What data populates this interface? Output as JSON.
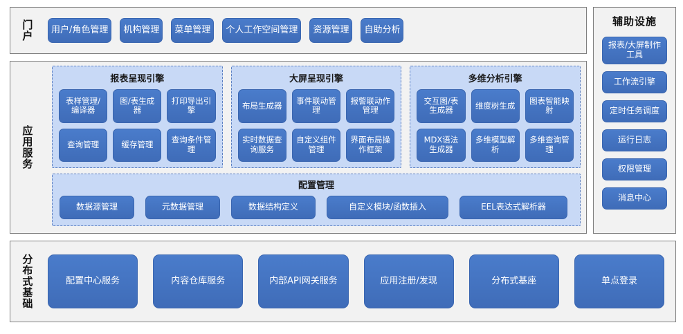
{
  "portal": {
    "label": "门户",
    "items": [
      "用户/角色管理",
      "机构管理",
      "菜单管理",
      "个人工作空间管理",
      "资源管理",
      "自助分析"
    ]
  },
  "aux": {
    "title": "辅助设施",
    "items": [
      "报表/大屏制作工具",
      "工作流引擎",
      "定时任务调度",
      "运行日志",
      "权限管理",
      "消息中心"
    ]
  },
  "app_services": {
    "label": "应用服务",
    "engines": [
      {
        "title": "报表呈现引擎",
        "items": [
          "表样管理/编译器",
          "图/表生成器",
          "打印导出引擎",
          "查询管理",
          "缓存管理",
          "查询条件管理"
        ]
      },
      {
        "title": "大屏呈现引擎",
        "items": [
          "布局生成器",
          "事件联动管理",
          "报警联动作管理",
          "实时数据查询服务",
          "自定义组件管理",
          "界面布局操作框架"
        ]
      },
      {
        "title": "多维分析引擎",
        "items": [
          "交互图/表生成器",
          "维度树生成",
          "图表智能映射",
          "MDX语法生成器",
          "多维模型解析",
          "多维查询管理"
        ]
      }
    ],
    "config": {
      "title": "配置管理",
      "items": [
        "数据源管理",
        "元数据管理",
        "数据结构定义",
        "自定义模块/函数插入",
        "EEL表达式解析器"
      ]
    }
  },
  "distributed": {
    "label": "分布式基础",
    "items": [
      "配置中心服务",
      "内容仓库服务",
      "内部API网关服务",
      "应用注册/发现",
      "分布式基座",
      "单点登录"
    ]
  },
  "colors": {
    "button_blue": "#4472c4",
    "panel_fill": "#c8d9f6",
    "outer_fill": "#f2f2f2",
    "outer_border": "#7f7f7f",
    "dashed_border": "#5b7fc2"
  }
}
